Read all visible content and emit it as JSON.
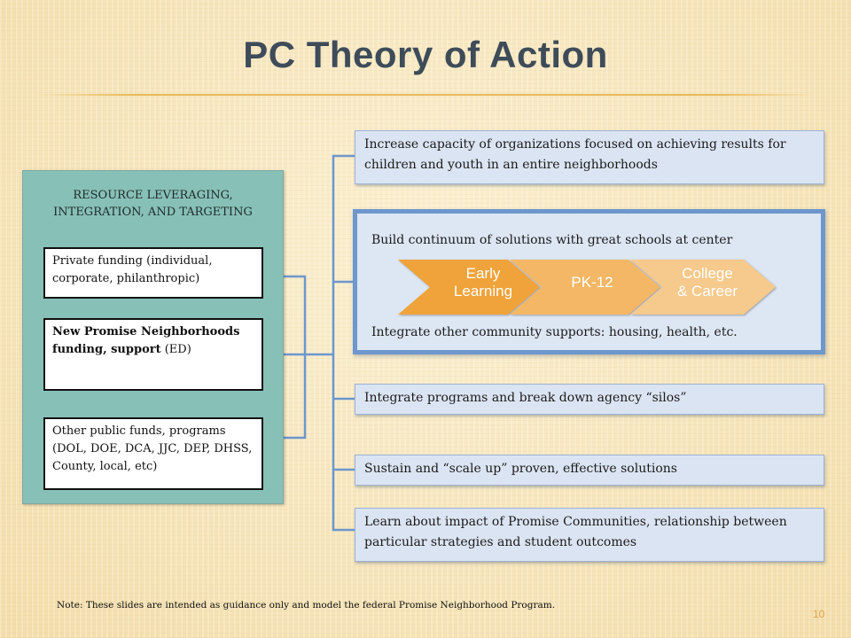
{
  "title": "PC Theory of Action",
  "resources": {
    "heading": "RESOURCE LEVERAGING, INTEGRATION, AND TARGETING",
    "private": "Private funding (individual, corporate, philanthropic)",
    "promise_bold": "New Promise Neighborhoods funding, support",
    "promise_rest": " (ED)",
    "public": "Other public funds, programs (DOL, DOE, DCA, JJC, DEP, DHSS, County, local, etc)"
  },
  "outcomes": {
    "capacity": "Increase capacity of organizations focused on achieving results for children and youth in an entire neighborhoods",
    "integrate": "Integrate programs and break down agency “silos”",
    "sustain": "Sustain and “scale up” proven, effective solutions",
    "learn": "Learn about impact of Promise Communities, relationship between particular strategies and student outcomes"
  },
  "continuum": {
    "top": "Build continuum of solutions with great schools at center",
    "bottom": "Integrate other community supports: housing, health, etc.",
    "stages": [
      {
        "line1": "Early",
        "line2": "Learning",
        "color": "#f0a33a"
      },
      {
        "line1": "PK-12",
        "line2": "",
        "color": "#f4b765"
      },
      {
        "line1": "College",
        "line2": "& Career",
        "color": "#f6c98c"
      }
    ]
  },
  "note": "Note: These slides are intended as guidance only and model the federal Promise Neighborhood Program.",
  "page_number": "10",
  "colors": {
    "title": "#3e4c59",
    "panel": "#87c0b7",
    "connector": "#6d97cd",
    "outcome_box": "#dbe4f2"
  }
}
